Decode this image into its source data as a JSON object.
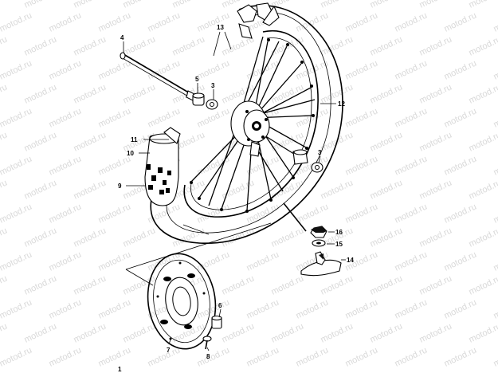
{
  "watermark": "motod.ru",
  "callouts": [
    {
      "id": "c1",
      "label": "1"
    },
    {
      "id": "c3a",
      "label": "3"
    },
    {
      "id": "c3b",
      "label": "3"
    },
    {
      "id": "c4",
      "label": "4"
    },
    {
      "id": "c5",
      "label": "5"
    },
    {
      "id": "c6",
      "label": "6"
    },
    {
      "id": "c7",
      "label": "7"
    },
    {
      "id": "c8",
      "label": "8"
    },
    {
      "id": "c9",
      "label": "9"
    },
    {
      "id": "c10",
      "label": "10"
    },
    {
      "id": "c11",
      "label": "11"
    },
    {
      "id": "c12",
      "label": "12"
    },
    {
      "id": "c13",
      "label": "13"
    },
    {
      "id": "c14",
      "label": "14"
    },
    {
      "id": "c15",
      "label": "15"
    },
    {
      "id": "c16",
      "label": "16"
    }
  ]
}
